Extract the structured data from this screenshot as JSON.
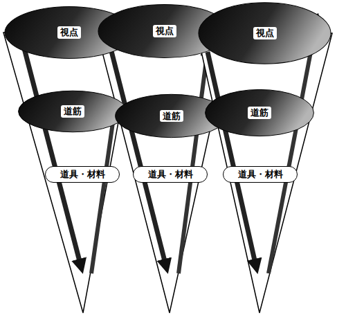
{
  "diagram": {
    "nodes": [
      {
        "text": [
          "視点"
        ]
      },
      {
        "text": [
          "視点"
        ]
      },
      {
        "text": [
          "視点"
        ]
      },
      {
        "text": [
          "道筋"
        ]
      },
      {
        "text": [
          "道筋"
        ]
      },
      {
        "text": [
          "道筋"
        ]
      },
      {
        "text": [
          "道具・材料"
        ]
      },
      {
        "text": [
          "道具・材料"
        ]
      },
      {
        "text": [
          "道具・材料"
        ]
      }
    ]
  }
}
